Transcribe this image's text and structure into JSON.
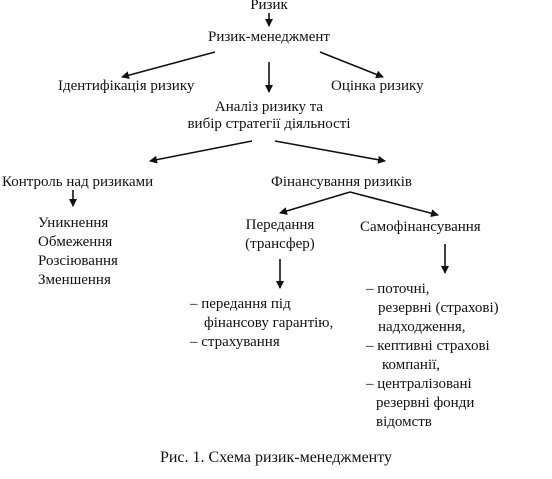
{
  "diagram": {
    "nodes": {
      "risk": "Ризик",
      "risk_management": "Ризик-менеджмент",
      "identification": "Ідентифікація ризику",
      "assessment": "Оцінка ризику",
      "analysis_line1": "Аналіз ризику та",
      "analysis_line2": "вибір стратегії діяльності",
      "control": "Контроль над ризиками",
      "financing": "Фінансування ризиків",
      "transfer_line1": "Передання",
      "transfer_line2": "(трансфер)",
      "self_financing": "Самофінансування"
    },
    "control_items": [
      "Уникнення",
      "Обмеження",
      "Розсіювання",
      "Зменшення"
    ],
    "transfer_items": [
      "– передання під",
      "фінансову гарантію,",
      "–  страхування"
    ],
    "self_financing_items": [
      "– поточні,",
      "резервні (страхові)",
      "надходження,",
      "–  кептивні страхові",
      "компанії,",
      "–  централізовані",
      "резервні фонди",
      "відомств"
    ]
  },
  "caption": "Рис. 1. Схема ризик-менеджменту"
}
